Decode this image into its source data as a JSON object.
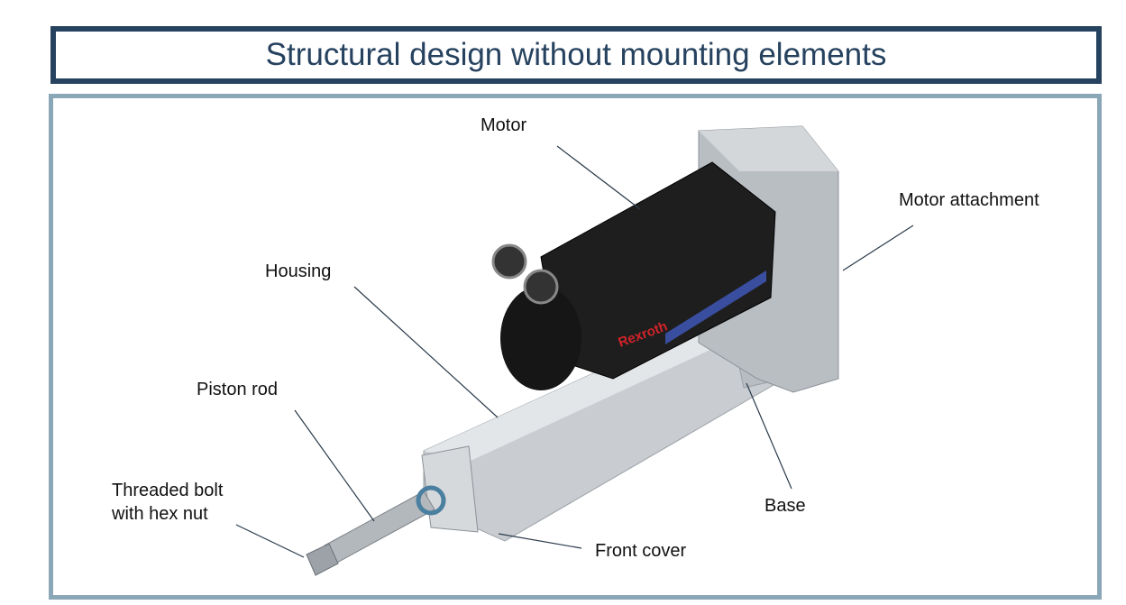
{
  "title": "Structural design without mounting elements",
  "labels": {
    "motor": "Motor",
    "motor_attachment": "Motor attachment",
    "housing": "Housing",
    "piston_rod": "Piston rod",
    "threaded_bolt_line1": "Threaded bolt",
    "threaded_bolt_line2": "with hex nut",
    "base": "Base",
    "front_cover": "Front cover"
  },
  "brand": "Rexroth",
  "colors": {
    "title_border": "#26425f",
    "panel_border": "#8aa7b8",
    "brand_red": "#d2232a"
  }
}
